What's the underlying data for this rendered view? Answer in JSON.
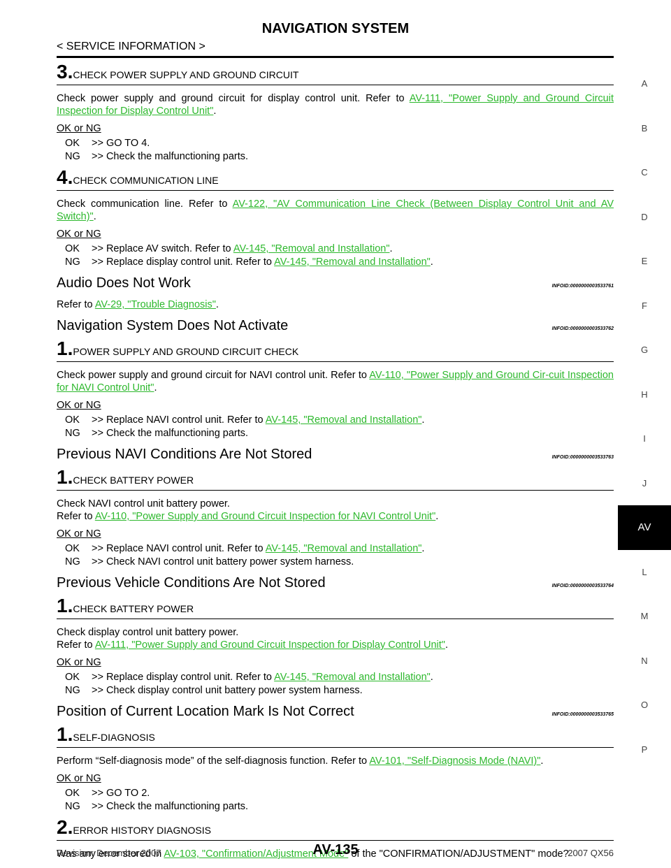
{
  "header": {
    "title": "NAVIGATION SYSTEM",
    "subtitle": "< SERVICE INFORMATION >"
  },
  "tabs": [
    "A",
    "B",
    "C",
    "D",
    "E",
    "F",
    "G",
    "H",
    "I",
    "J",
    "AV",
    "L",
    "M",
    "N",
    "O",
    "P"
  ],
  "active_tab": "AV",
  "okng_label": "OK or NG",
  "blocks": {
    "s3": {
      "num": "3.",
      "title": "CHECK POWER SUPPLY AND GROUND CIRCUIT",
      "text_pre": "Check power supply and ground circuit for display control unit. Refer to ",
      "link": "AV-111, \"Power Supply and Ground Circuit Inspection for Display Control Unit\"",
      "text_post": ".",
      "ok": ">> GO TO 4.",
      "ng": ">> Check the malfunctioning parts."
    },
    "s4": {
      "num": "4.",
      "title": "CHECK COMMUNICATION LINE",
      "text_pre": "Check communication line. Refer to ",
      "link": "AV-122, \"AV Communication Line Check (Between Display Control Unit and AV Switch)\"",
      "text_post": ".",
      "ok_pre": ">> Replace AV switch. Refer to ",
      "ok_link": "AV-145, \"Removal and Installation\"",
      "ok_post": ".",
      "ng_pre": ">> Replace display control unit. Refer to ",
      "ng_link": "AV-145, \"Removal and Installation\"",
      "ng_post": "."
    },
    "audio": {
      "title": "Audio Does Not Work",
      "infoid": "INFOID:0000000003533761",
      "text_pre": "Refer to ",
      "link": "AV-29, \"Trouble Diagnosis\"",
      "text_post": "."
    },
    "navi": {
      "title": "Navigation System Does Not Activate",
      "infoid": "INFOID:0000000003533762",
      "num": "1.",
      "step_title": "POWER SUPPLY AND GROUND CIRCUIT CHECK",
      "text_pre": "Check power supply and ground circuit for NAVI control unit. Refer to ",
      "link": "AV-110, \"Power Supply and Ground Cir-cuit Inspection for NAVI Control Unit\"",
      "text_post": ".",
      "ok_pre": ">> Replace NAVI control unit. Refer to ",
      "ok_link": "AV-145, \"Removal and Installation\"",
      "ok_post": ".",
      "ng": ">> Check the malfunctioning parts."
    },
    "prevnavi": {
      "title": "Previous NAVI Conditions Are Not Stored",
      "infoid": "INFOID:0000000003533763",
      "num": "1.",
      "step_title": "CHECK BATTERY POWER",
      "line1": "Check NAVI control unit battery power.",
      "text_pre": "Refer to ",
      "link": "AV-110, \"Power Supply and Ground Circuit Inspection for NAVI Control Unit\"",
      "text_post": ".",
      "ok_pre": ">> Replace NAVI control unit. Refer to ",
      "ok_link": "AV-145, \"Removal and Installation\"",
      "ok_post": ".",
      "ng": ">> Check NAVI control unit battery power system harness."
    },
    "prevveh": {
      "title": "Previous Vehicle Conditions Are Not Stored",
      "infoid": "INFOID:0000000003533764",
      "num": "1.",
      "step_title": "CHECK BATTERY POWER",
      "line1": "Check display control unit battery power.",
      "text_pre": "Refer to ",
      "link": "AV-111, \"Power Supply and Ground Circuit Inspection for Display Control Unit\"",
      "text_post": ".",
      "ok_pre": ">> Replace display control unit. Refer to ",
      "ok_link": "AV-145, \"Removal and Installation\"",
      "ok_post": ".",
      "ng": ">> Check display control unit battery power system harness."
    },
    "position": {
      "title": "Position of Current Location Mark Is Not Correct",
      "infoid": "INFOID:0000000003533765",
      "num": "1.",
      "step_title": "SELF-DIAGNOSIS",
      "text_pre": "Perform “Self-diagnosis mode” of the self-diagnosis function. Refer to ",
      "link": "AV-101, \"Self-Diagnosis Mode (NAVI)\"",
      "text_post": ".",
      "ok": ">> GO TO 2.",
      "ng": ">> Check the malfunctioning parts.",
      "num2": "2.",
      "step2_title": "ERROR HISTORY DIAGNOSIS",
      "text2_pre": "Was any error stored in ",
      "link2": "AV-103, \"Confirmation/Adjustment Mode\"",
      "text2_post": " of the \"CONFIRMATION/ADJUSTMENT\" mode?"
    }
  },
  "codes": {
    "ok": "OK",
    "ng": "NG"
  },
  "footer": {
    "left": "Revision: December 2007",
    "center": "AV-135",
    "right": "2007 QX56"
  }
}
